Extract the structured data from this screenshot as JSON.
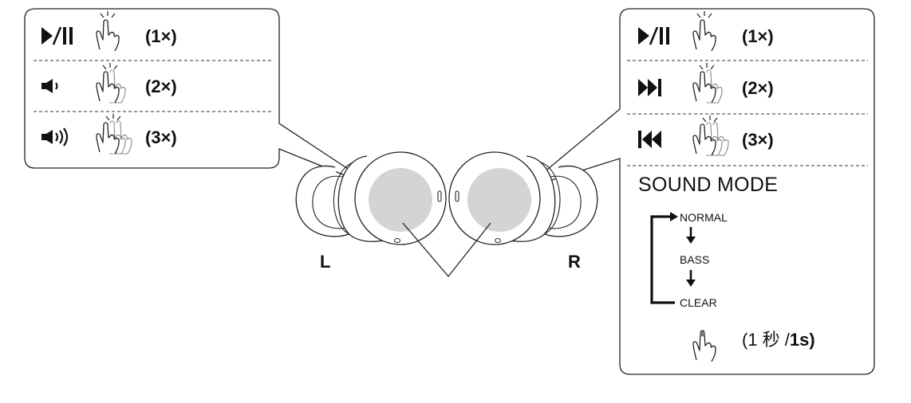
{
  "left_panel": {
    "rows": [
      {
        "icon": "play-pause-icon",
        "taps": "(1×)"
      },
      {
        "icon": "volume-down-icon",
        "taps": "(2×)"
      },
      {
        "icon": "volume-up-icon",
        "taps": "(3×)"
      }
    ]
  },
  "right_panel": {
    "rows": [
      {
        "icon": "play-pause-icon",
        "taps": "(1×)"
      },
      {
        "icon": "next-track-icon",
        "taps": "(2×)"
      },
      {
        "icon": "previous-track-icon",
        "taps": "(3×)"
      }
    ],
    "sound_mode": {
      "title": "SOUND MODE",
      "modes": [
        "NORMAL",
        "BASS",
        "CLEAR"
      ],
      "hold_prefix": "(1 秒 /",
      "hold_bold": "1s",
      "hold_suffix": ")"
    }
  },
  "earbuds": {
    "left_label": "L",
    "right_label": "R"
  },
  "colors": {
    "line": "#222222",
    "touch_area": "#d4d4d4",
    "finger_tap": "#777777"
  }
}
